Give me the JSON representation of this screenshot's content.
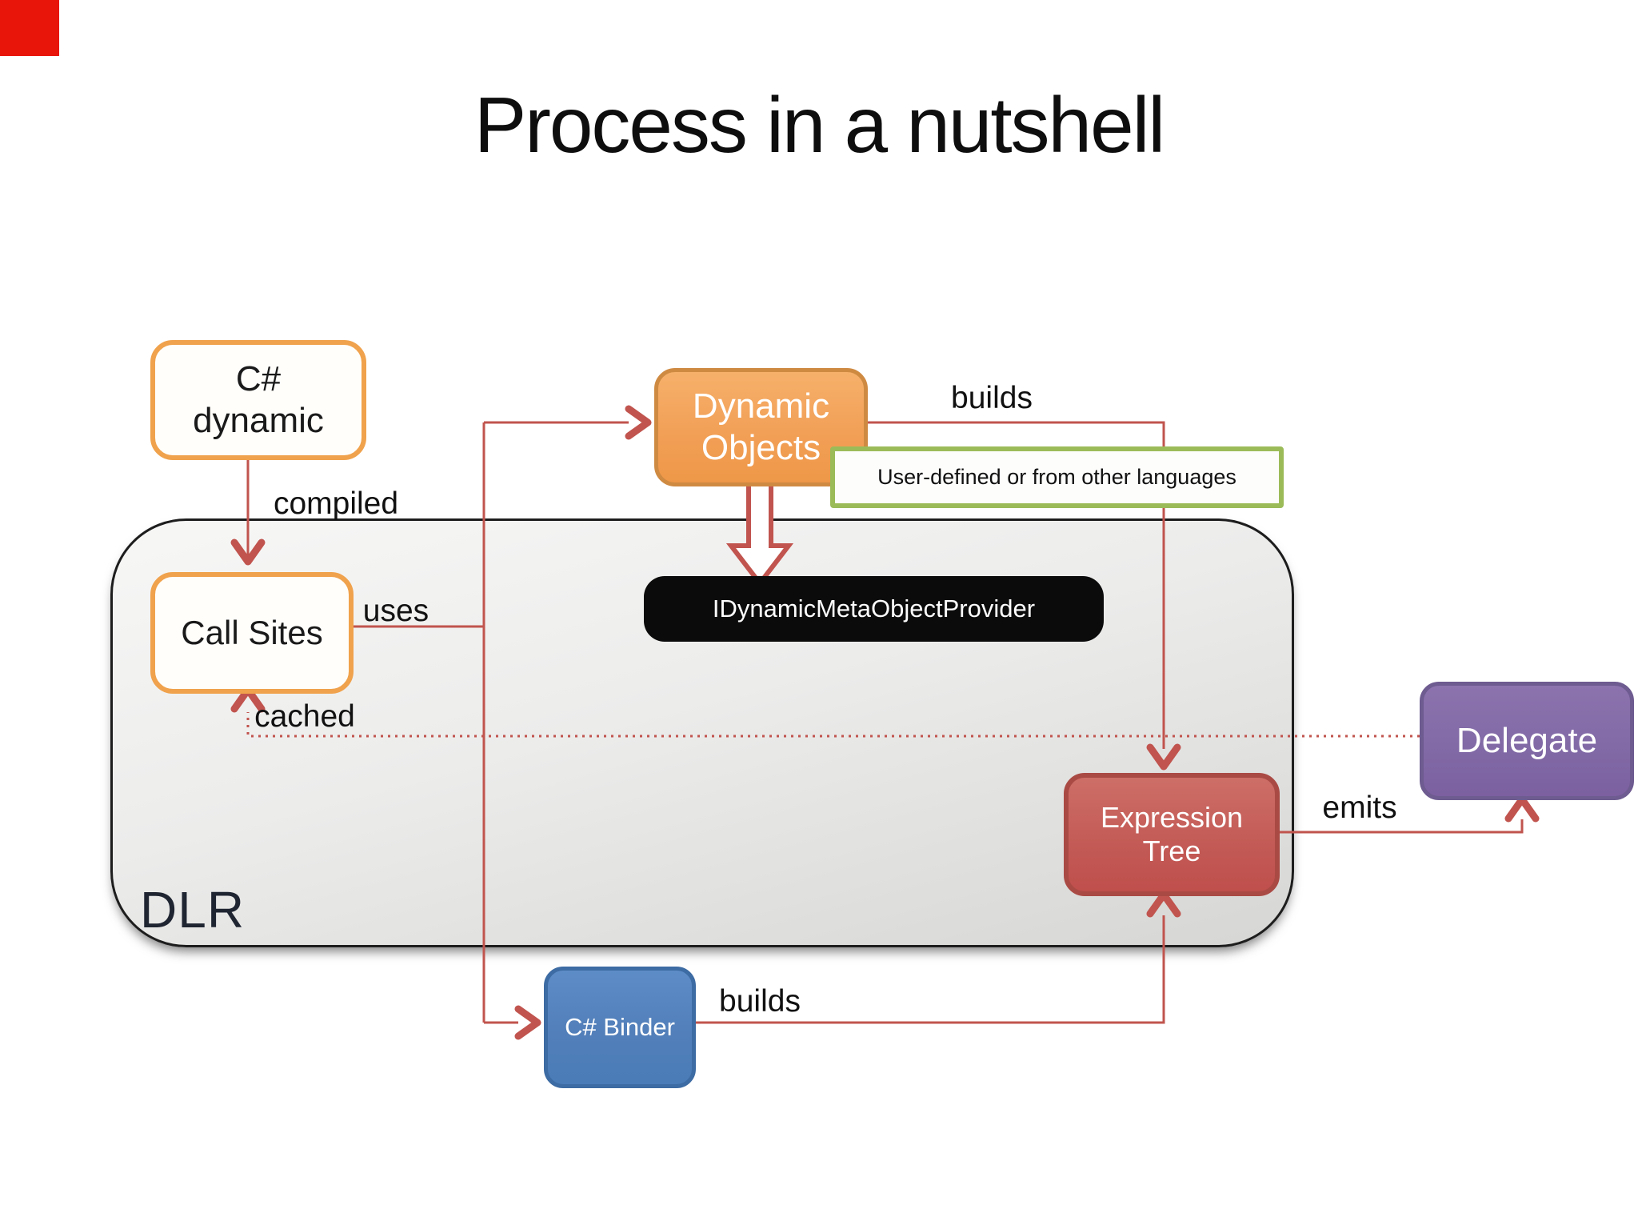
{
  "title": "Process in a nutshell",
  "corner_marker": {
    "color": "#e8150a"
  },
  "container": {
    "label": "DLR"
  },
  "nodes": {
    "csharp_dynamic": {
      "line1": "C#",
      "line2": "dynamic"
    },
    "call_sites": {
      "label": "Call Sites"
    },
    "dynamic_objects": {
      "line1": "Dynamic",
      "line2": "Objects"
    },
    "note": {
      "label": "User-defined or from other languages"
    },
    "provider": {
      "label": "IDynamicMetaObjectProvider"
    },
    "expression_tree": {
      "line1": "Expression",
      "line2": "Tree"
    },
    "delegate": {
      "label": "Delegate"
    },
    "csharp_binder": {
      "label": "C# Binder"
    }
  },
  "edge_labels": {
    "compiled": "compiled",
    "uses": "uses",
    "cached": "cached",
    "builds_top": "builds",
    "builds_bottom": "builds",
    "emits": "emits"
  },
  "colors": {
    "connector": "#c1544e",
    "orange_border": "#f0a24c",
    "orange_fill": "#f2a057",
    "green_border": "#9bbb59",
    "black_box": "#0b0b0b",
    "expression_fill": "#c0504d",
    "delegate_fill": "#8064a2",
    "binder_fill": "#4f81bd",
    "container_fill_top": "#f7f7f6",
    "container_fill_bottom": "#d6d6d4",
    "corner_marker": "#e8150a"
  }
}
